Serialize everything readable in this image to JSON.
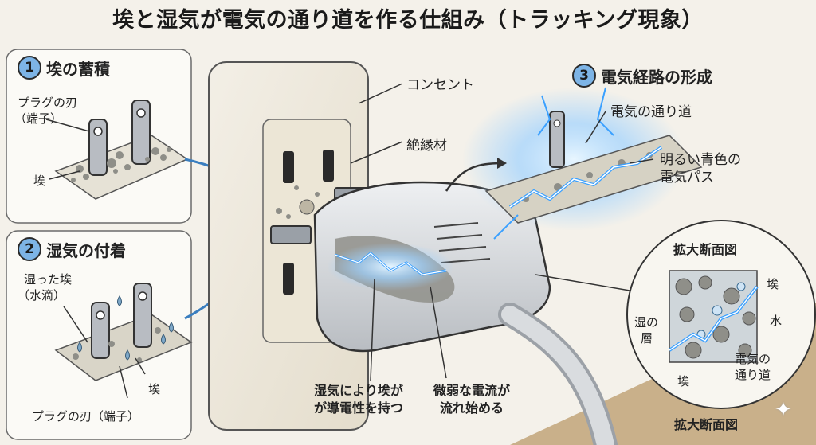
{
  "title": "埃と湿気が電気の通り道を作る仕組み（トラッキング現象）",
  "panel1": {
    "number": "1",
    "heading": "埃の蓄積",
    "plug_blade_label_line1": "プラグの刃",
    "plug_blade_label_line2": "（端子）",
    "dust_label": "埃"
  },
  "panel2": {
    "number": "2",
    "heading": "湿気の付着",
    "wet_dust_line1": "湿った埃",
    "wet_dust_line2": "（水滴）",
    "dust_label": "埃",
    "plug_blade_label": "プラグの刃（端子）"
  },
  "panel3": {
    "number": "3",
    "heading": "電気経路の形成",
    "path_label": "電気の通り道",
    "bright_path_line1": "明るい青色の",
    "bright_path_line2": "電気パス"
  },
  "center": {
    "outlet_label": "コンセント",
    "insulator_label": "絶縁材",
    "caption_left_line1": "湿気により埃が",
    "caption_left_line2": "が導電性を持つ",
    "caption_right_line1": "微弱な電流が",
    "caption_right_line2": "流れ始める"
  },
  "zoom": {
    "title": "拡大断面図",
    "wet_layer_line1": "湿の",
    "wet_layer_line2": "層",
    "dust_top": "埃",
    "water": "水",
    "path_line1": "電気の",
    "path_line2": "通り道",
    "dust_bottom": "埃",
    "bottom_title": "拡大断面図"
  },
  "colors": {
    "spark": "#3aa0ff",
    "spark_glow": "#bfe3ff",
    "dust": "#9a9a94",
    "plastic": "#d9dcdf",
    "outlet": "#efe9dc",
    "number_badge": "#7db4e6"
  }
}
